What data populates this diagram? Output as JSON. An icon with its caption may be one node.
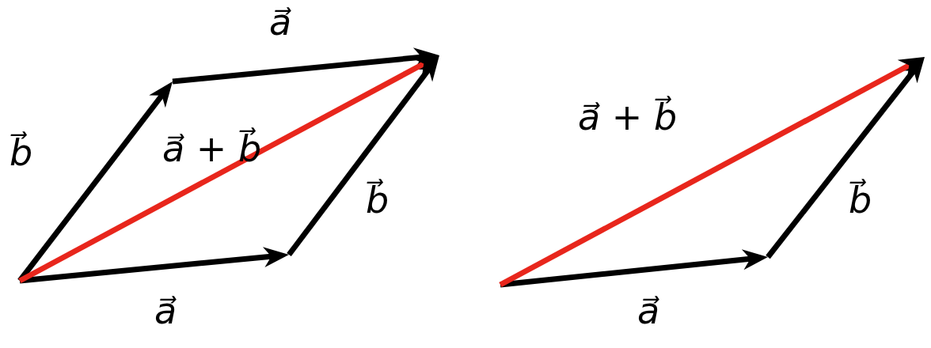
{
  "diagram": {
    "labels": [
      "a⃗",
      "b⃗",
      "a⃗ + b⃗",
      "b⃗",
      "a⃗",
      "a⃗ + b⃗",
      "b⃗",
      "a⃗"
    ]
  }
}
